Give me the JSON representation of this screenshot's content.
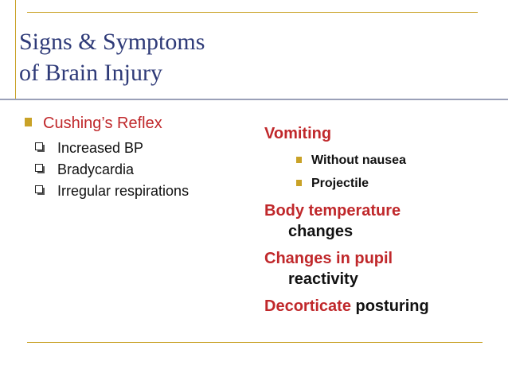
{
  "slide": {
    "title_line1": "Signs & Symptoms",
    "title_line2": "of Brain Injury",
    "left": {
      "main_bullet": "Cushing’s Reflex",
      "sub_items": [
        "Increased BP",
        "Bradycardia",
        "Irregular respirations"
      ]
    },
    "right": {
      "vomiting": {
        "heading": "Vomiting",
        "sub_items": [
          "Without nausea",
          "Projectile"
        ]
      },
      "body_temp": {
        "heading": "Body temperature",
        "continuation": "changes"
      },
      "pupil": {
        "heading": "Changes in pupil",
        "continuation": "reactivity"
      },
      "posturing": {
        "heading_red": "Decorticate",
        "heading_black": "posturing"
      }
    }
  },
  "colors": {
    "title": "#2e3a78",
    "accent_red": "#c0282b",
    "gold": "#c9a227",
    "text": "#111111"
  }
}
